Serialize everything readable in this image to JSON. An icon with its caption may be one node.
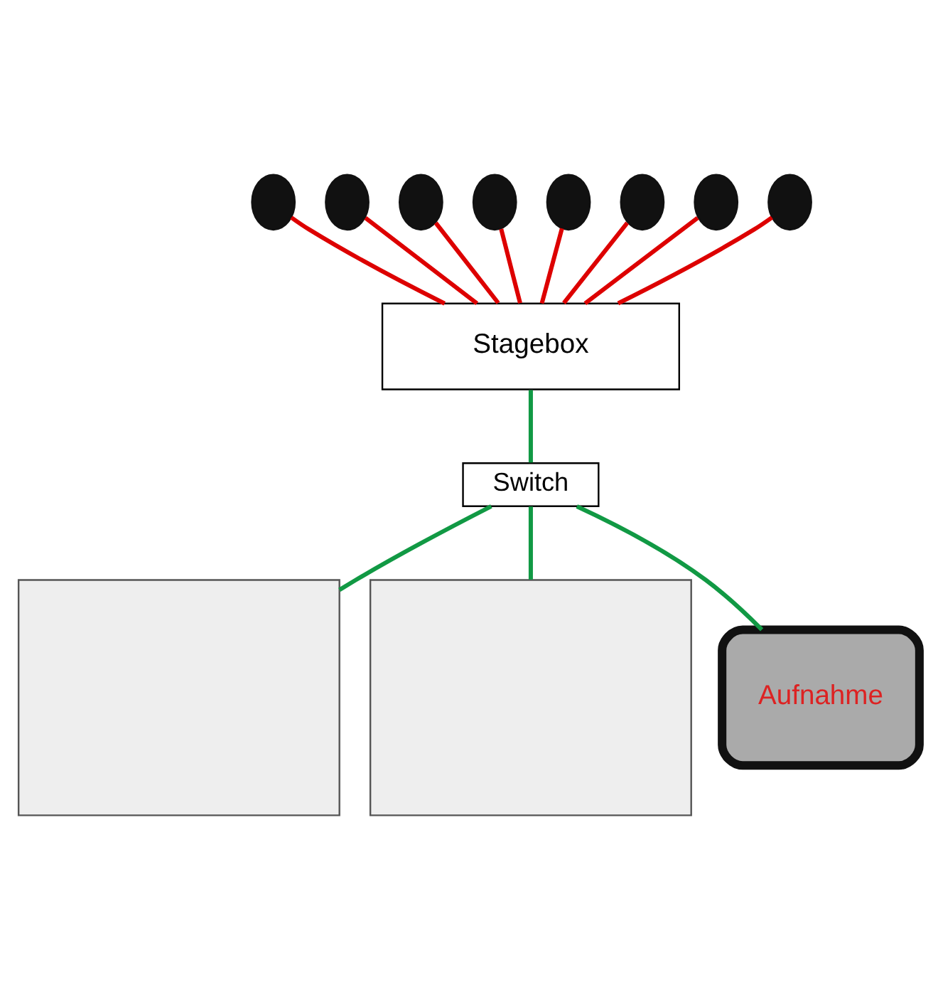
{
  "diagram": {
    "nodes": [
      {
        "text": [],
        "shape": "circle"
      },
      {
        "text": [],
        "shape": "circle"
      },
      {
        "text": [],
        "shape": "circle"
      },
      {
        "text": [],
        "shape": "circle"
      },
      {
        "text": [],
        "shape": "circle"
      },
      {
        "text": [],
        "shape": "circle"
      },
      {
        "text": [],
        "shape": "circle"
      },
      {
        "text": [],
        "shape": "circle"
      },
      {
        "text": [
          "Stagebox"
        ]
      },
      {
        "text": [],
        "shape": "box"
      },
      {
        "text": [
          "Switch"
        ]
      },
      {
        "text": [],
        "shape": "box"
      },
      {
        "text": [
          "Aufnahme"
        ]
      }
    ],
    "edges": [
      {
        "from": 0,
        "to": 8,
        "arrow": "none",
        "color": "#dd0000"
      },
      {
        "from": 1,
        "to": 8,
        "arrow": "none",
        "color": "#dd0000"
      },
      {
        "from": 2,
        "to": 8,
        "arrow": "none",
        "color": "#dd0000"
      },
      {
        "from": 3,
        "to": 8,
        "arrow": "none",
        "color": "#dd0000"
      },
      {
        "from": 4,
        "to": 8,
        "arrow": "none",
        "color": "#dd0000"
      },
      {
        "from": 5,
        "to": 8,
        "arrow": "none",
        "color": "#dd0000"
      },
      {
        "from": 6,
        "to": 8,
        "arrow": "none",
        "color": "#dd0000"
      },
      {
        "from": 7,
        "to": 8,
        "arrow": "none",
        "color": "#dd0000"
      },
      {
        "from": 8,
        "to": 10,
        "arrow": "none",
        "color": "#119944"
      },
      {
        "from": 10,
        "to": 9,
        "arrow": "none",
        "color": "#119944"
      },
      {
        "from": 10,
        "to": 11,
        "arrow": "none",
        "color": "#119944"
      },
      {
        "from": 10,
        "to": 12,
        "arrow": "none",
        "color": "#119944"
      }
    ]
  }
}
